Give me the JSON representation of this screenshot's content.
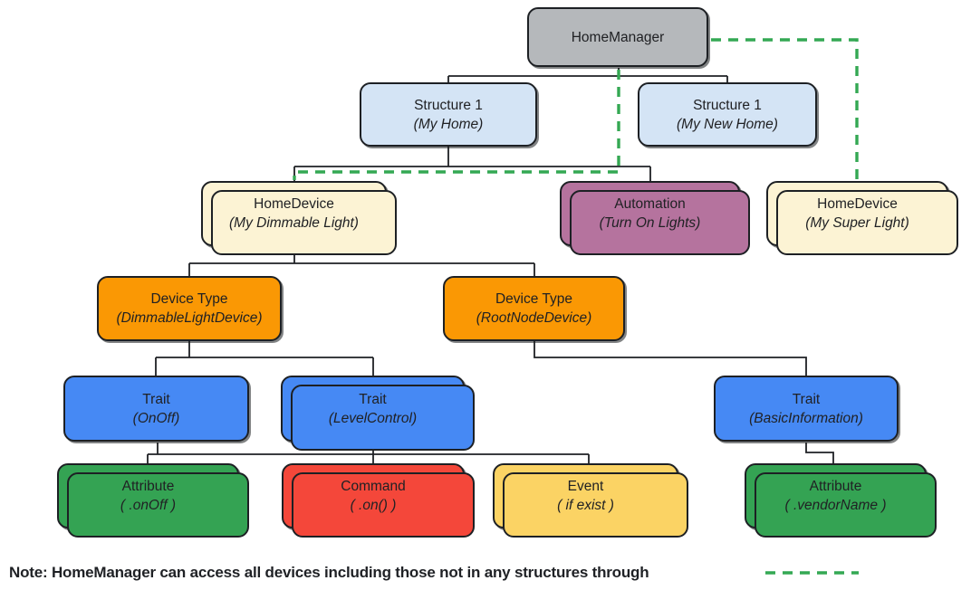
{
  "colors": {
    "manager_gray": "#b5b8bb",
    "structure_blue": "#d4e4f5",
    "device_cream": "#fcf3d4",
    "automation_purple": "#b5739e",
    "devicetype_orange": "#fa9804",
    "trait_blue": "#4689f4",
    "attribute_green": "#34a353",
    "command_red": "#f4473a",
    "event_yellow": "#fbd364",
    "link_black": "#1f2125",
    "dashed_green": "#34a853"
  },
  "nodes": [
    {
      "id": "home-manager",
      "label": "HomeManager",
      "sublabel": ""
    },
    {
      "id": "structure-my-home",
      "label": "Structure 1",
      "sublabel": "(My Home)"
    },
    {
      "id": "structure-my-new-home",
      "label": "Structure 1",
      "sublabel": "(My New Home)"
    },
    {
      "id": "homedevice-dimmable",
      "label": "HomeDevice",
      "sublabel": "(My Dimmable Light)"
    },
    {
      "id": "automation-turn-on",
      "label": "Automation",
      "sublabel": "(Turn On Lights)"
    },
    {
      "id": "homedevice-super",
      "label": "HomeDevice",
      "sublabel": "(My Super Light)"
    },
    {
      "id": "devicetype-dimmable",
      "label": "Device Type",
      "sublabel": "(DimmableLightDevice)"
    },
    {
      "id": "devicetype-rootnode",
      "label": "Device Type",
      "sublabel": "(RootNodeDevice)"
    },
    {
      "id": "trait-onoff",
      "label": "Trait",
      "sublabel": "(OnOff)"
    },
    {
      "id": "trait-levelcontrol",
      "label": "Trait",
      "sublabel": "(LevelControl)"
    },
    {
      "id": "trait-basicinformation",
      "label": "Trait",
      "sublabel": "(BasicInformation)"
    },
    {
      "id": "attribute-onoff",
      "label": "Attribute",
      "sublabel": "( .onOff )"
    },
    {
      "id": "command-on",
      "label": "Command",
      "sublabel": "( .on() )"
    },
    {
      "id": "event-if-exist",
      "label": "Event",
      "sublabel": "( if exist )"
    },
    {
      "id": "attribute-vendorname",
      "label": "Attribute",
      "sublabel": "( .vendorName )"
    }
  ],
  "note": {
    "text": "Note: HomeManager can access all devices including those not in any structures through"
  }
}
